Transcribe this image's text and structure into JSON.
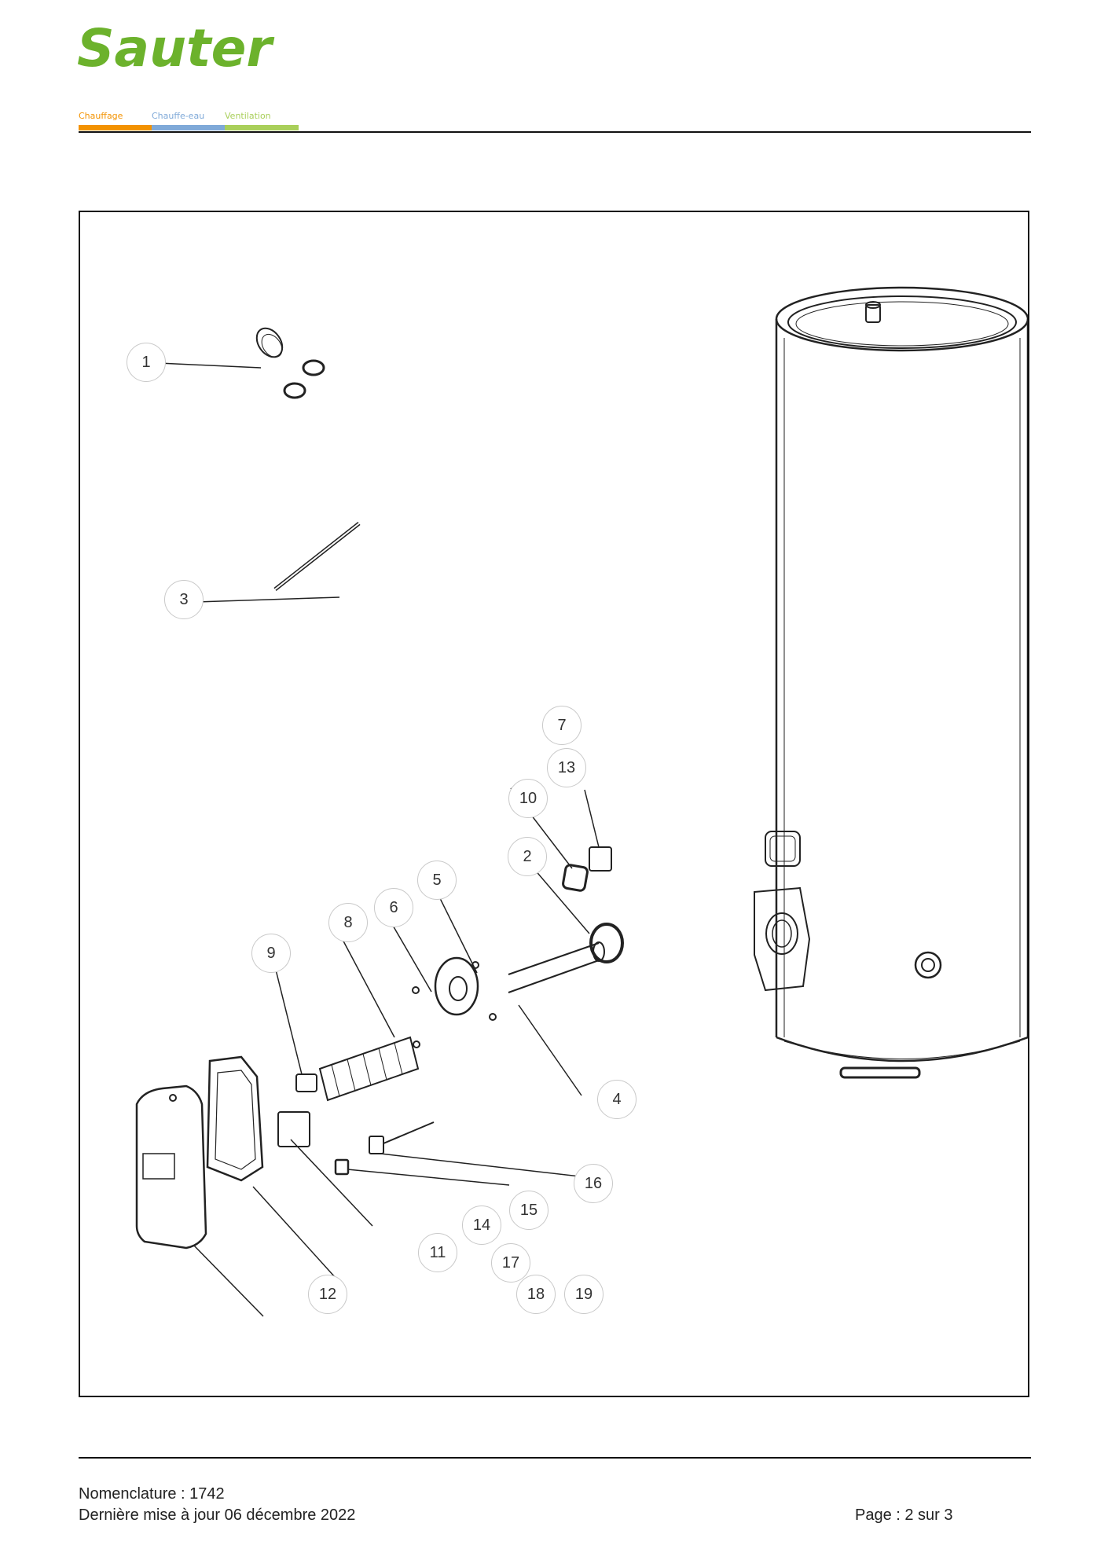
{
  "header": {
    "brand": "Sauter",
    "brand_color": "#6cb22c",
    "categories": [
      {
        "label": "Chauffage",
        "color": "#f39200"
      },
      {
        "label": "Chauffe-eau",
        "color": "#7fa9d8"
      },
      {
        "label": "Ventilation",
        "color": "#a9cf5a"
      }
    ]
  },
  "diagram": {
    "callouts": [
      "1",
      "3",
      "7",
      "13",
      "10",
      "2",
      "5",
      "6",
      "8",
      "9",
      "4",
      "16",
      "15",
      "14",
      "11",
      "17",
      "12",
      "18",
      "19"
    ]
  },
  "footer": {
    "nomenclature": "Nomenclature : 1742",
    "updated": "Dernière mise à jour 06 décembre 2022",
    "page": "Page : 2 sur 3"
  }
}
